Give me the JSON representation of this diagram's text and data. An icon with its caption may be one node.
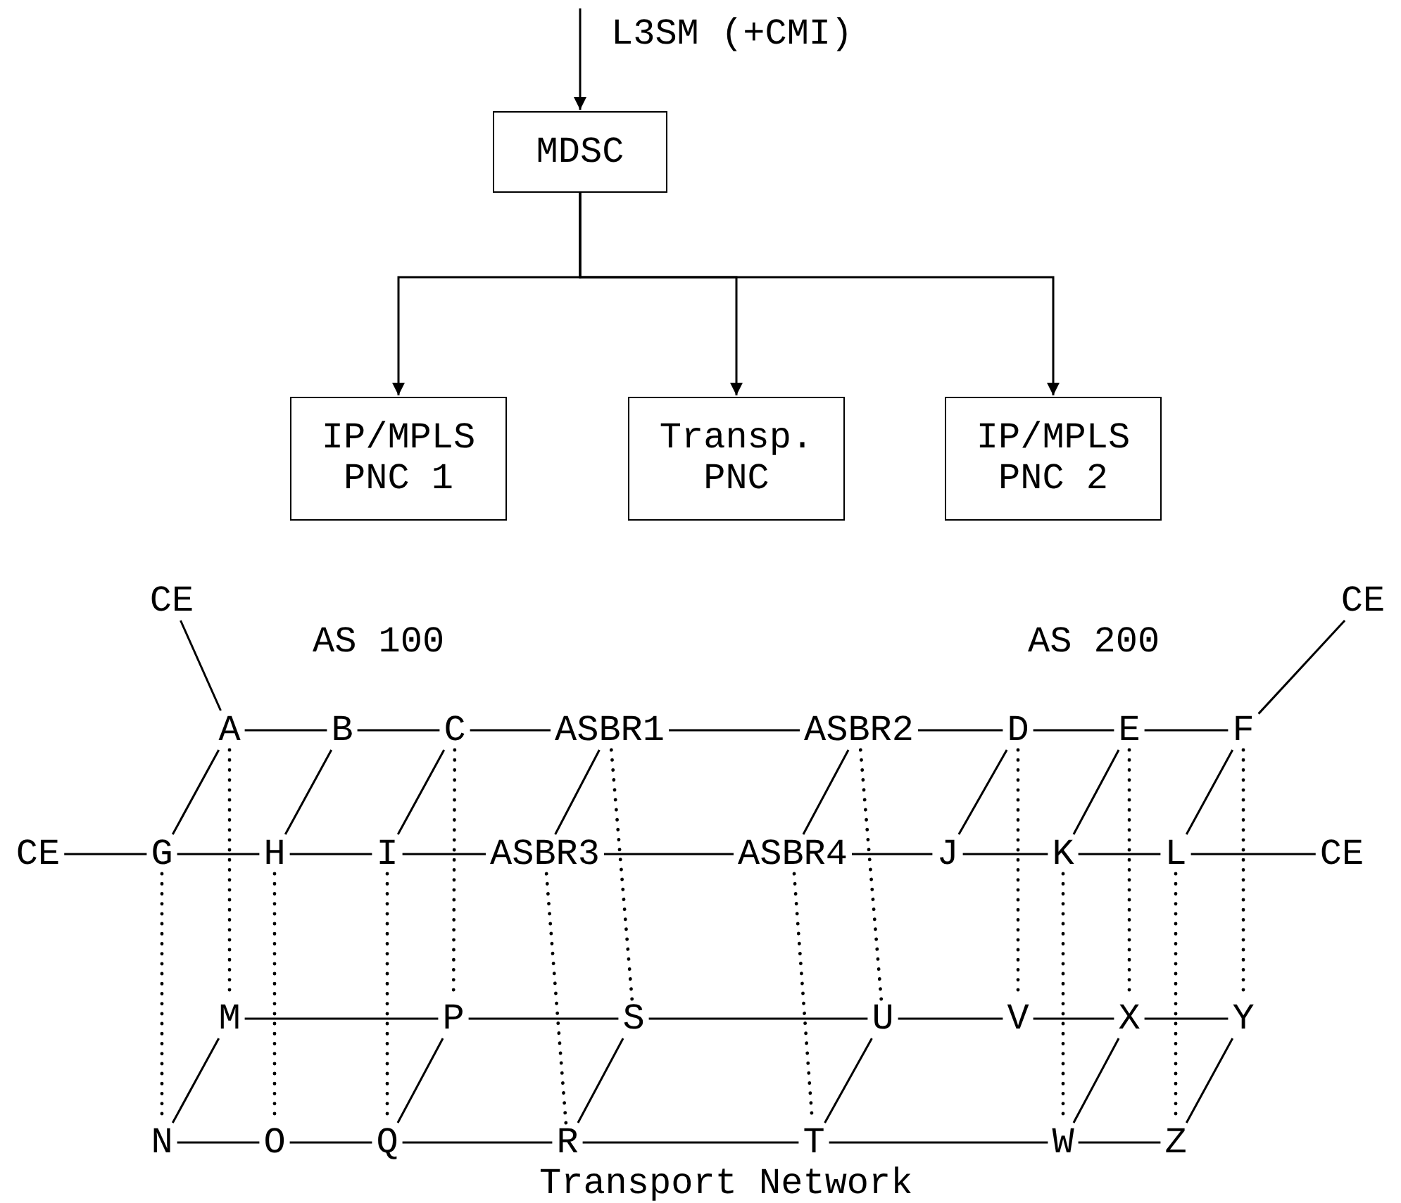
{
  "diagram": {
    "nodes": [
      {
        "text": [
          "MDSC"
        ]
      },
      {
        "text": [
          "IP/MPLS PNC 1"
        ]
      },
      {
        "text": [
          "Transp. PNC"
        ]
      },
      {
        "text": [
          "IP/MPLS PNC 2"
        ]
      },
      {
        "text": [
          "CE"
        ]
      },
      {
        "text": [
          "CE"
        ]
      },
      {
        "text": [
          "A"
        ]
      },
      {
        "text": [
          "B"
        ]
      },
      {
        "text": [
          "C"
        ]
      },
      {
        "text": [
          "ASBR1"
        ]
      },
      {
        "text": [
          "ASBR2"
        ]
      },
      {
        "text": [
          "D"
        ]
      },
      {
        "text": [
          "E"
        ]
      },
      {
        "text": [
          "F"
        ]
      },
      {
        "text": [
          "CE"
        ]
      },
      {
        "text": [
          "G"
        ]
      },
      {
        "text": [
          "H"
        ]
      },
      {
        "text": [
          "I"
        ]
      },
      {
        "text": [
          "ASBR3"
        ]
      },
      {
        "text": [
          "ASBR4"
        ]
      },
      {
        "text": [
          "J"
        ]
      },
      {
        "text": [
          "K"
        ]
      },
      {
        "text": [
          "L"
        ]
      },
      {
        "text": [
          "CE"
        ]
      },
      {
        "text": [
          "M"
        ]
      },
      {
        "text": [
          "P"
        ]
      },
      {
        "text": [
          "S"
        ]
      },
      {
        "text": [
          "U"
        ]
      },
      {
        "text": [
          "V"
        ]
      },
      {
        "text": [
          "X"
        ]
      },
      {
        "text": [
          "Y"
        ]
      },
      {
        "text": [
          "N"
        ]
      },
      {
        "text": [
          "O"
        ]
      },
      {
        "text": [
          "Q"
        ]
      },
      {
        "text": [
          "R"
        ]
      },
      {
        "text": [
          "T"
        ]
      },
      {
        "text": [
          "W"
        ]
      },
      {
        "text": [
          "Z"
        ]
      }
    ],
    "edges": [
      {
        "from": null,
        "to": 0,
        "arrow": "to",
        "label": "L3SM (+CMI)"
      },
      {
        "from": 0,
        "to": 1,
        "arrow": "to"
      },
      {
        "from": 0,
        "to": 2,
        "arrow": "to"
      },
      {
        "from": 0,
        "to": 3,
        "arrow": "to"
      },
      {
        "from": 4,
        "to": 6,
        "arrow": "none"
      },
      {
        "from": 13,
        "to": 5,
        "arrow": "none"
      },
      {
        "from": 6,
        "to": 7,
        "arrow": "none"
      },
      {
        "from": 7,
        "to": 8,
        "arrow": "none"
      },
      {
        "from": 8,
        "to": 9,
        "arrow": "none"
      },
      {
        "from": 9,
        "to": 10,
        "arrow": "none"
      },
      {
        "from": 10,
        "to": 11,
        "arrow": "none"
      },
      {
        "from": 11,
        "to": 12,
        "arrow": "none"
      },
      {
        "from": 12,
        "to": 13,
        "arrow": "none"
      },
      {
        "from": 6,
        "to": 15,
        "arrow": "none"
      },
      {
        "from": 7,
        "to": 16,
        "arrow": "none"
      },
      {
        "from": 8,
        "to": 17,
        "arrow": "none"
      },
      {
        "from": 9,
        "to": 18,
        "arrow": "none"
      },
      {
        "from": 10,
        "to": 19,
        "arrow": "none"
      },
      {
        "from": 11,
        "to": 20,
        "arrow": "none"
      },
      {
        "from": 12,
        "to": 21,
        "arrow": "none"
      },
      {
        "from": 13,
        "to": 22,
        "arrow": "none"
      },
      {
        "from": 14,
        "to": 15,
        "arrow": "none"
      },
      {
        "from": 15,
        "to": 16,
        "arrow": "none"
      },
      {
        "from": 16,
        "to": 17,
        "arrow": "none"
      },
      {
        "from": 17,
        "to": 18,
        "arrow": "none"
      },
      {
        "from": 18,
        "to": 19,
        "arrow": "none"
      },
      {
        "from": 19,
        "to": 20,
        "arrow": "none"
      },
      {
        "from": 20,
        "to": 21,
        "arrow": "none"
      },
      {
        "from": 21,
        "to": 22,
        "arrow": "none"
      },
      {
        "from": 22,
        "to": 23,
        "arrow": "none"
      },
      {
        "from": 15,
        "to": 31,
        "arrow": "none",
        "style": "dashed"
      },
      {
        "from": 6,
        "to": 24,
        "arrow": "none",
        "style": "dashed"
      },
      {
        "from": 16,
        "to": 32,
        "arrow": "none",
        "style": "dashed"
      },
      {
        "from": 17,
        "to": 33,
        "arrow": "none",
        "style": "dashed"
      },
      {
        "from": 8,
        "to": 25,
        "arrow": "none",
        "style": "dashed"
      },
      {
        "from": 18,
        "to": 34,
        "arrow": "none",
        "style": "dashed"
      },
      {
        "from": 9,
        "to": 26,
        "arrow": "none",
        "style": "dashed"
      },
      {
        "from": 19,
        "to": 35,
        "arrow": "none",
        "style": "dashed"
      },
      {
        "from": 10,
        "to": 27,
        "arrow": "none",
        "style": "dashed"
      },
      {
        "from": 11,
        "to": 28,
        "arrow": "none",
        "style": "dashed"
      },
      {
        "from": 21,
        "to": 36,
        "arrow": "none",
        "style": "dashed"
      },
      {
        "from": 12,
        "to": 29,
        "arrow": "none",
        "style": "dashed"
      },
      {
        "from": 22,
        "to": 37,
        "arrow": "none",
        "style": "dashed"
      },
      {
        "from": 13,
        "to": 30,
        "arrow": "none",
        "style": "dashed"
      },
      {
        "from": 24,
        "to": 25,
        "arrow": "none"
      },
      {
        "from": 25,
        "to": 26,
        "arrow": "none"
      },
      {
        "from": 26,
        "to": 27,
        "arrow": "none"
      },
      {
        "from": 27,
        "to": 28,
        "arrow": "none"
      },
      {
        "from": 28,
        "to": 29,
        "arrow": "none"
      },
      {
        "from": 29,
        "to": 30,
        "arrow": "none"
      },
      {
        "from": 24,
        "to": 31,
        "arrow": "none"
      },
      {
        "from": 25,
        "to": 33,
        "arrow": "none"
      },
      {
        "from": 26,
        "to": 34,
        "arrow": "none"
      },
      {
        "from": 27,
        "to": 35,
        "arrow": "none"
      },
      {
        "from": 29,
        "to": 36,
        "arrow": "none"
      },
      {
        "from": 30,
        "to": 37,
        "arrow": "none"
      },
      {
        "from": 31,
        "to": 32,
        "arrow": "none"
      },
      {
        "from": 32,
        "to": 33,
        "arrow": "none"
      },
      {
        "from": 33,
        "to": 34,
        "arrow": "none"
      },
      {
        "from": 34,
        "to": 35,
        "arrow": "none"
      },
      {
        "from": 35,
        "to": 36,
        "arrow": "none"
      },
      {
        "from": 36,
        "to": 37,
        "arrow": "none"
      }
    ],
    "labels": [
      "AS 100",
      "AS 200",
      "Transport Network"
    ]
  }
}
